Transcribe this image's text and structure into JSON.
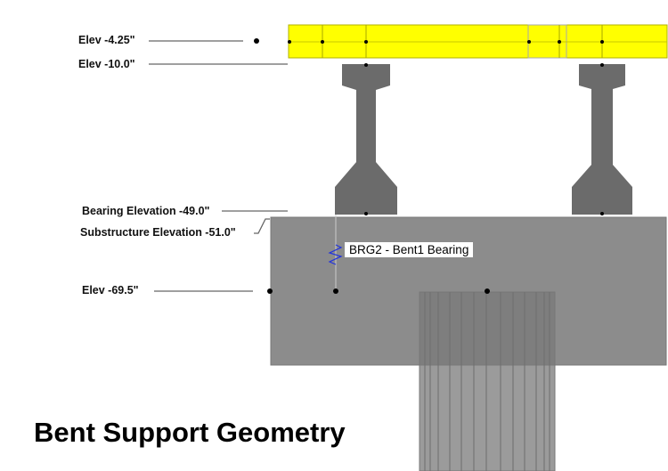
{
  "labels": {
    "elev_deck": "Elev -4.25\"",
    "elev_girder_top": "Elev -10.0\"",
    "bearing_elev": "Bearing Elevation -49.0\"",
    "substructure_elev": "Substructure Elevation -51.0\"",
    "elev_cap": "Elev -69.5\""
  },
  "bearing_label": "BRG2 - Bent1 Bearing",
  "title": "Bent Support Geometry",
  "colors": {
    "deck": "#ffff00",
    "girder": "#6b6b6b",
    "cap": "#8c8c8c",
    "pile": "#8a8a8a",
    "spring": "#2233dd"
  }
}
